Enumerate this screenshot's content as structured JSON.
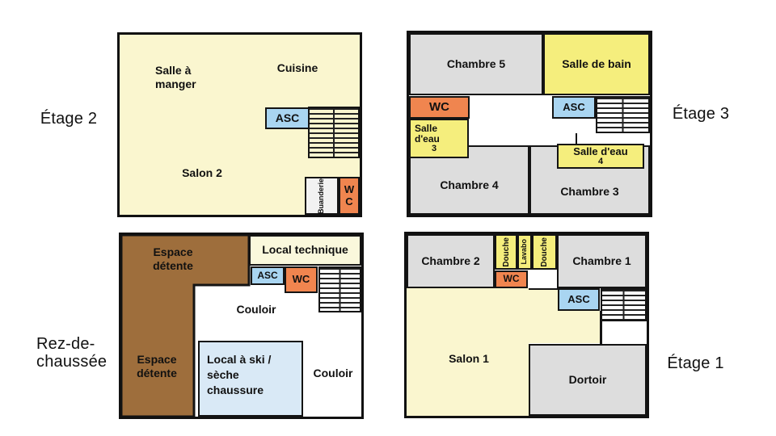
{
  "colors": {
    "room_cream": "#FAF6CF",
    "room_cream_light": "#FAF8DC",
    "room_yellow": "#F5EE7D",
    "room_orange": "#F0854F",
    "room_blue": "#A9D5F1",
    "room_light_blue": "#D9E9F6",
    "room_gray": "#DDDDDD",
    "room_brown": "#9E6E3C",
    "wall": "#141414"
  },
  "floors": {
    "etage2": {
      "label": "Étage 2",
      "rooms": {
        "salle_a_manger": "Salle à manger",
        "cuisine": "Cuisine",
        "asc": "ASC",
        "salon2": "Salon 2",
        "buanderie": "Buanderie",
        "wc": "WC"
      }
    },
    "etage3": {
      "label": "Étage 3",
      "rooms": {
        "chambre5": "Chambre 5",
        "salle_de_bain": "Salle de bain",
        "wc": "WC",
        "asc": "ASC",
        "salle_eau3_label": "Salle d'eau",
        "salle_eau3_num": "3",
        "salle_eau4_label": "Salle d'eau",
        "salle_eau4_num": "4",
        "chambre4": "Chambre 4",
        "chambre3": "Chambre 3"
      }
    },
    "rdc": {
      "label": "Rez-de-chaussée",
      "rooms": {
        "espace_detente_top": "Espace détente",
        "espace_detente_left": "Espace détente",
        "local_technique": "Local technique",
        "asc": "ASC",
        "wc": "WC",
        "couloir_mid": "Couloir",
        "couloir_right": "Couloir",
        "local_ski": "Local à ski / sèche chaussure"
      }
    },
    "etage1": {
      "label": "Étage 1",
      "rooms": {
        "chambre2": "Chambre 2",
        "douche_left": "Douche",
        "lavabo": "Lavabo",
        "douche_right": "Douche",
        "chambre1": "Chambre 1",
        "wc": "WC",
        "asc": "ASC",
        "salon1": "Salon 1",
        "dortoir": "Dortoir"
      }
    }
  }
}
